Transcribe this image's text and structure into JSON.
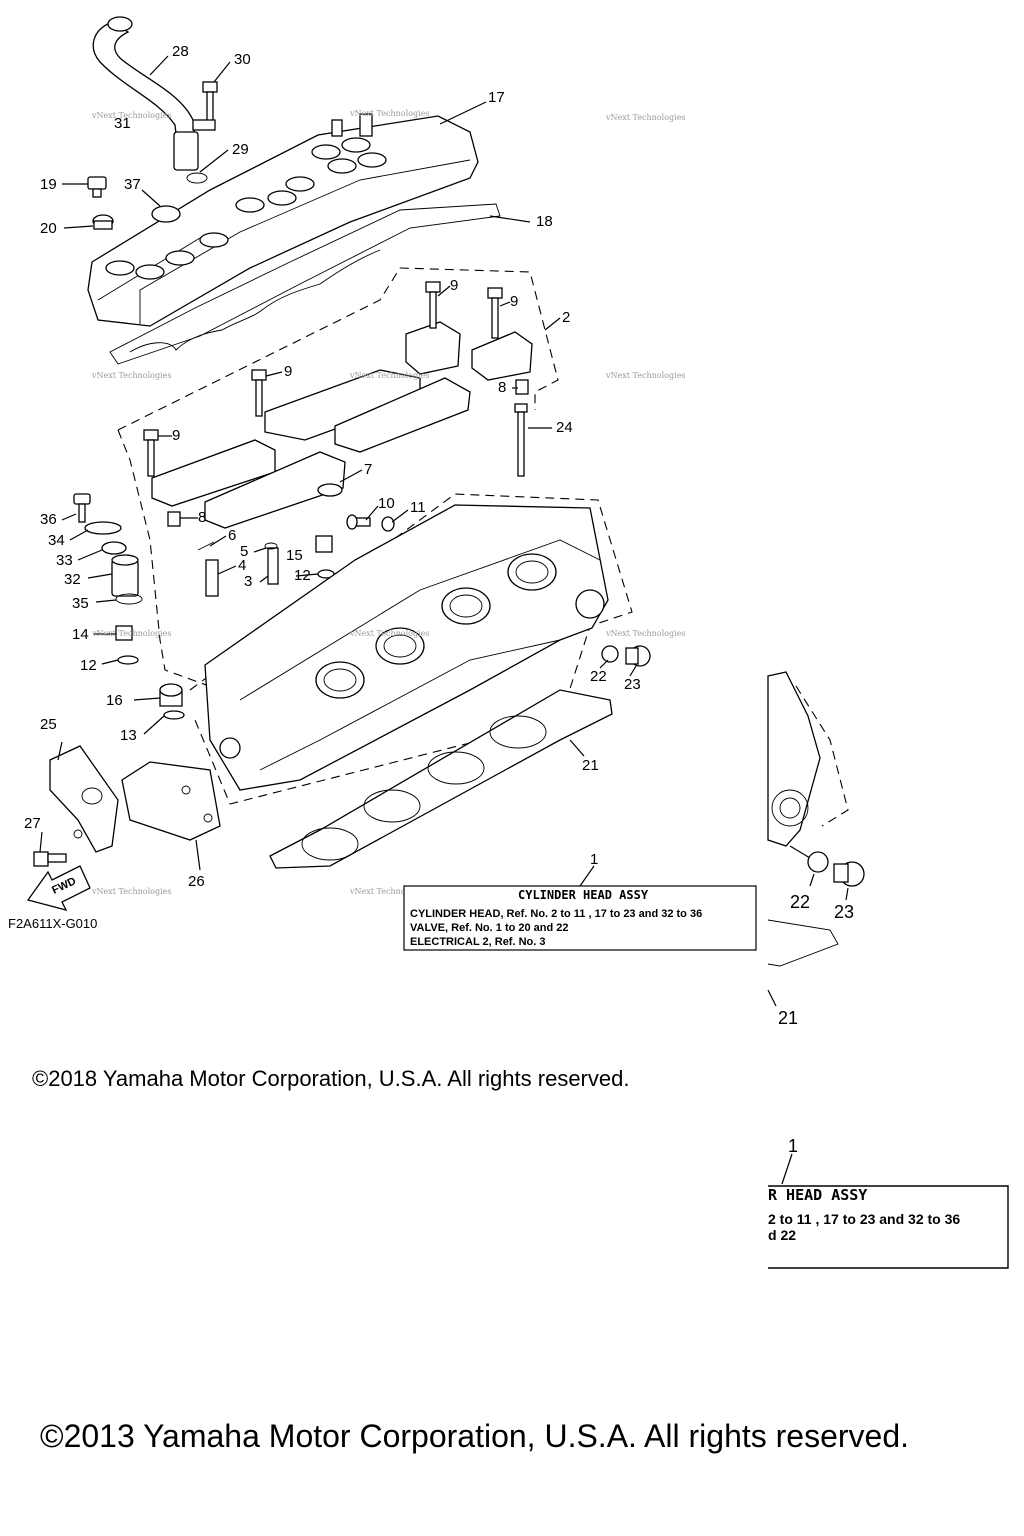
{
  "diagram": {
    "drawing_code": "F2A611X-G010",
    "fwd_label": "FWD",
    "watermark": "vNext Technologies",
    "callouts": [
      "1",
      "2",
      "3",
      "4",
      "5",
      "6",
      "7",
      "8",
      "9",
      "10",
      "11",
      "12",
      "13",
      "14",
      "15",
      "16",
      "17",
      "18",
      "19",
      "20",
      "21",
      "22",
      "23",
      "24",
      "25",
      "26",
      "27",
      "28",
      "29",
      "30",
      "31",
      "32",
      "33",
      "34",
      "35",
      "36",
      "37"
    ],
    "info_box": {
      "title": "CYLINDER HEAD ASSY",
      "line1": "CYLINDER HEAD, Ref. No. 2 to 11 , 17 to 23 and 32 to 36",
      "line2": "VALVE, Ref. No. 1 to 20 and 22",
      "line3": "ELECTRICAL 2, Ref. No. 3"
    },
    "zoom_box": {
      "callout": "1",
      "title_fragment": "R HEAD ASSY",
      "line1_fragment": "2 to 11 , 17 to 23 and 32 to 36",
      "line2_fragment": "d 22"
    },
    "zoom_callouts": [
      "22",
      "23",
      "21"
    ]
  },
  "copyright": {
    "line1": "©2018 Yamaha Motor Corporation, U.S.A. All rights reserved.",
    "line2": "©2013 Yamaha Motor Corporation, U.S.A. All rights reserved."
  }
}
